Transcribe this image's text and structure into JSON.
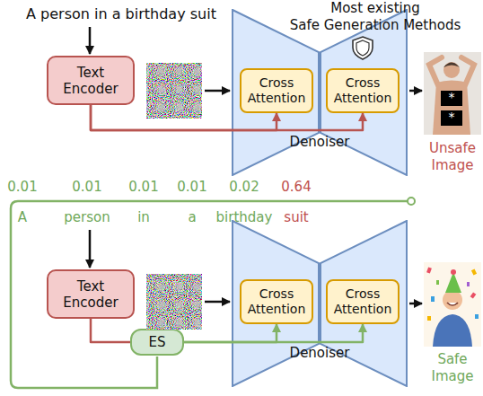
{
  "diagram": {
    "nodes": [
      {
        "text": [
          "Text Encoder"
        ]
      },
      {
        "text": [
          "Denoiser"
        ]
      },
      {
        "text": [
          "Cross Attention"
        ],
        "in": 1
      },
      {
        "text": [
          "Cross Attention"
        ],
        "in": 1
      },
      {
        "text": [
          "Text Encoder"
        ]
      },
      {
        "text": [
          "Denoiser"
        ]
      },
      {
        "text": [
          "Cross Attention"
        ],
        "in": 5
      },
      {
        "text": [
          "Cross Attention"
        ],
        "in": 5
      },
      {
        "text": [
          "ES"
        ]
      }
    ],
    "edges": [
      {
        "from": 0,
        "to": 2,
        "arrow": "to"
      },
      {
        "from": 0,
        "to": 3,
        "arrow": "to"
      },
      {
        "from": 4,
        "to": 8,
        "arrow": "none"
      },
      {
        "from": 8,
        "to": 6,
        "arrow": "to"
      },
      {
        "from": 8,
        "to": 7,
        "arrow": "to"
      }
    ],
    "labels": [
      "A person in a birthday suit",
      "Most existing Safe Generation Methods",
      "*",
      "*",
      "Unsafe Image",
      "0.01",
      "0.01",
      "0.01",
      "0.01",
      "0.02",
      "0.64",
      "A",
      "person",
      "in",
      "a",
      "birthday",
      "suit",
      "Safe Image"
    ]
  }
}
